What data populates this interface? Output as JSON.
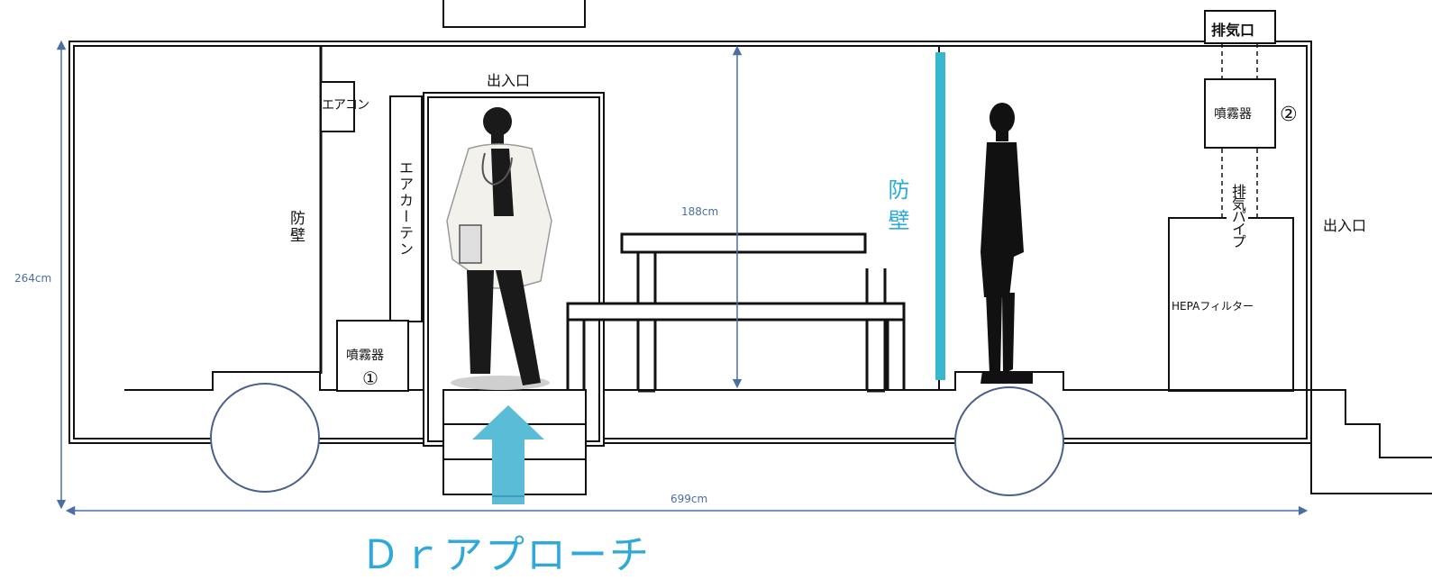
{
  "labels": {
    "entrance_top": "出入口",
    "entrance_right": "出入口",
    "aircon": "エアコン",
    "air_curtain": "エアカーテン",
    "barrier_left": "防壁",
    "barrier_center": "防壁",
    "sprayer_1": "噴霧器",
    "marker_1": "①",
    "sprayer_2": "噴霧器",
    "marker_2": "②",
    "exhaust_port": "排気口",
    "exhaust_pipe": "排気パイプ",
    "hepa_filter": "HEPAフィルター",
    "dr_approach": "Ｄｒアプローチ"
  },
  "dimensions": {
    "height_total": "264cm",
    "height_inner": "188cm",
    "length_total": "699cm"
  },
  "colors": {
    "line": "#111111",
    "dimension": "#4a6fa5",
    "accent": "#2ea9d8",
    "arrow": "#5bbcd8"
  }
}
